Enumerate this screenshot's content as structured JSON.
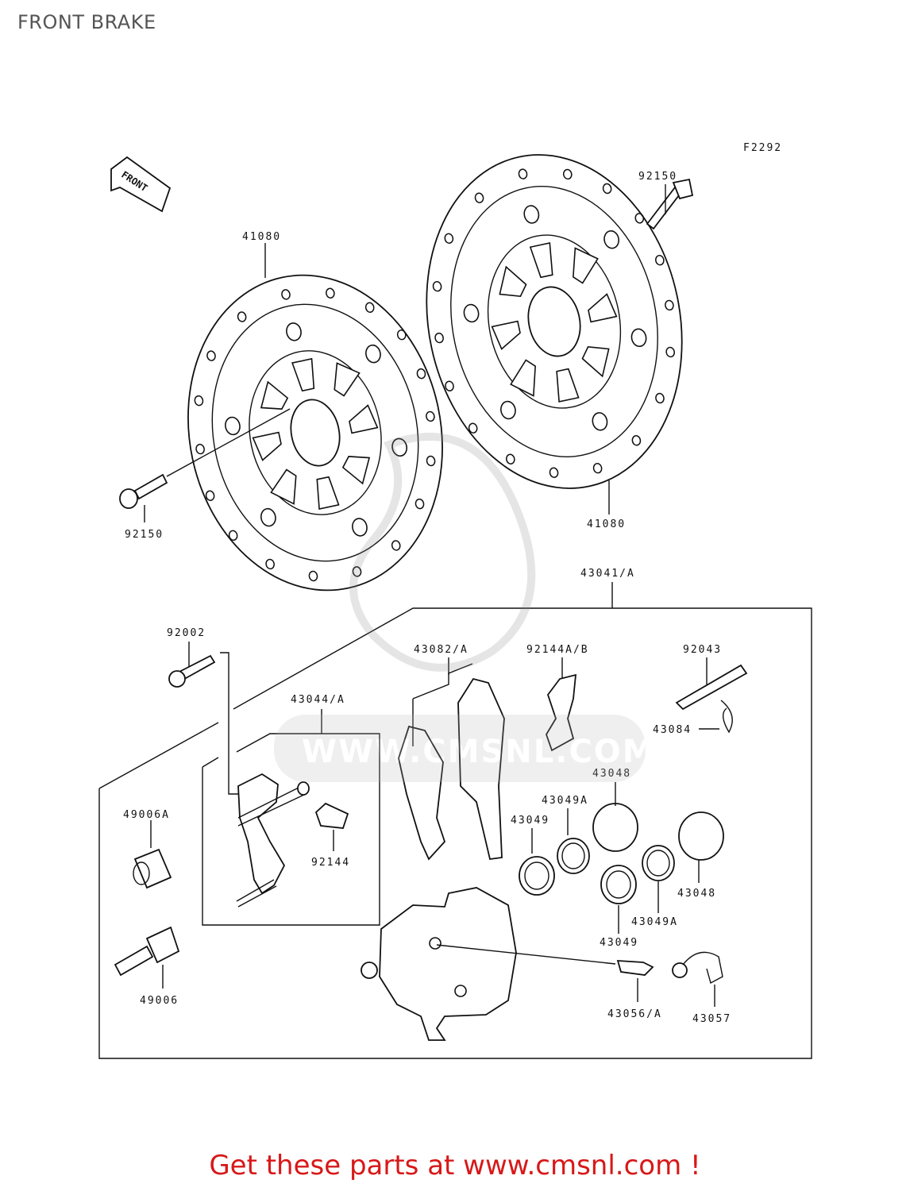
{
  "title": "FRONT BRAKE",
  "figure_code": "F2292",
  "front_arrow_label": "FRONT",
  "footer": "Get these parts at www.cmsnl.com !",
  "watermark": "WWW.CMSNL.COM",
  "colors": {
    "footer": "#d81818",
    "title": "#555555",
    "line": "#111111"
  },
  "parts": {
    "disc_left": "41080",
    "disc_right": "41080",
    "bolt_left": "92150",
    "bolt_right": "92150",
    "caliper_assy": "43041/A",
    "bolt_92002": "92002",
    "pads": "43082/A",
    "spring_92144ab": "92144A/B",
    "pin": "92043",
    "clip": "43084",
    "bracket": "43044/A",
    "piston_top": "43048",
    "seal_a_top": "43049A",
    "seal_top": "43049",
    "piston_right": "43048",
    "seal_a_bottom": "43049A",
    "seal_bottom": "43049",
    "boot": "49006A",
    "spring_92144": "92144",
    "pin_49006": "49006",
    "bleeder": "43056/A",
    "cap": "43057"
  }
}
